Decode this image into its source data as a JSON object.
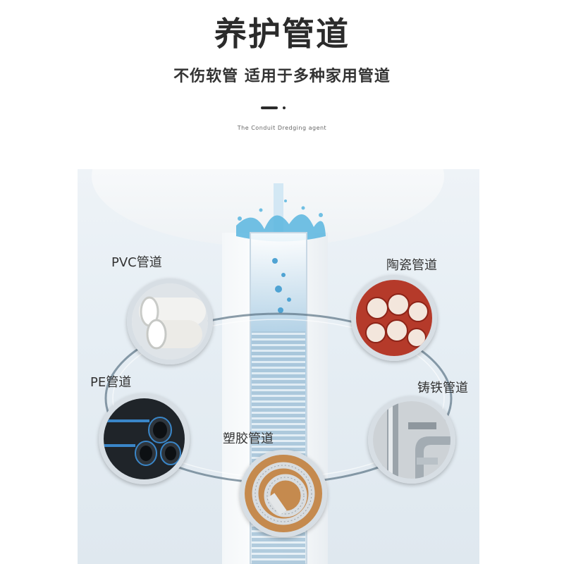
{
  "header": {
    "title": "养护管道",
    "subtitle": "不伤软管 适用于多种家用管道",
    "tagline": "The Conduit Dredging agent"
  },
  "pipes": {
    "pvc": "PVC管道",
    "ceramic": "陶瓷管道",
    "pe": "PE管道",
    "cast_iron": "铸铁管道",
    "plastic": "塑胶管道"
  },
  "colors": {
    "ring": "#5b7385",
    "water": "#5ab6e0"
  }
}
